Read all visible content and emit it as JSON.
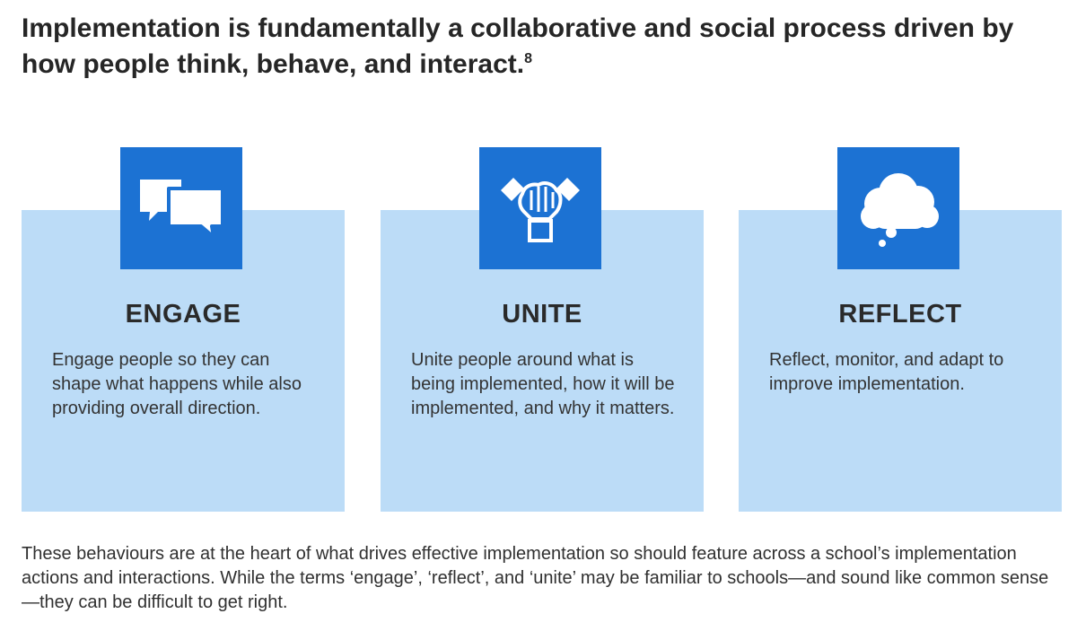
{
  "headline": {
    "text": "Implementation is fundamentally a collaborative and social process driven by how people think, behave, and interact.",
    "footnote": "8"
  },
  "cards": [
    {
      "title": "ENGAGE",
      "body": "Engage people so they can shape what happens while also providing overall direction.",
      "icon": "speech-bubbles-icon"
    },
    {
      "title": "UNITE",
      "body": "Unite people around what is being implemented, how it will be implemented, and why it matters.",
      "icon": "joined-hands-icon"
    },
    {
      "title": "REFLECT",
      "body": "Reflect, monitor, and adapt to improve implementation.",
      "icon": "thought-cloud-icon"
    }
  ],
  "footer": {
    "text": "These behaviours are at the heart of what drives effective implementation so should feature across a school’s implementation actions and interactions. While the terms ‘engage’, ‘reflect’, and ‘unite’ may be familiar to schools—and sound like common sense—they can be difficult to get right."
  },
  "colors": {
    "accent": "#1c72d3",
    "card_background": "#bcdcf7",
    "text": "#2b2b2b"
  }
}
